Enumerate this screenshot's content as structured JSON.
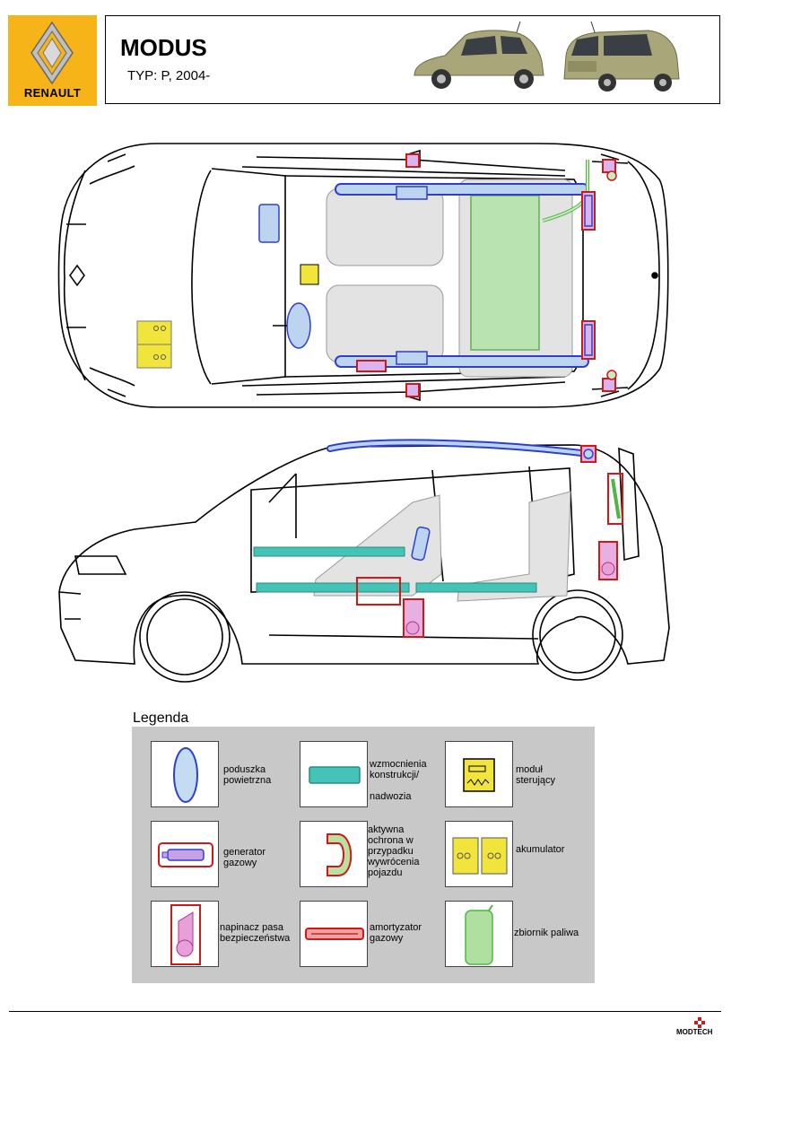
{
  "header": {
    "brand": "RENAULT",
    "model": "MODUS",
    "type": "TYP: P, 2004-"
  },
  "colors": {
    "brand_yellow": "#f7b418",
    "airbag": "#b8d2f0",
    "reinforcement": "#44c4b8",
    "control_module": "#f0e040",
    "gas_generator": "#c8a0e8",
    "rollover": "#b8e0a0",
    "battery": "#f0e040",
    "pretensioner": "#e8a0d8",
    "gas_strut": "#f0a0a0",
    "fuel_tank": "#b0e0a0",
    "red_outline": "#d01818"
  },
  "legend": {
    "title": "Legenda",
    "items": [
      {
        "icon": "airbag-icon",
        "label": "poduszka\npowietrzna"
      },
      {
        "icon": "reinforcement-icon",
        "label": "wzmocnienia\nkonstrukcji/\n\nnadwozia"
      },
      {
        "icon": "control-module-icon",
        "label": "moduł\nsterujący"
      },
      {
        "icon": "gas-generator-icon",
        "label": "generator\ngazowy"
      },
      {
        "icon": "rollover-protection-icon",
        "label": "aktywna\nochrona w\nprzypadku\nwywrócenia\npojazdu"
      },
      {
        "icon": "battery-icon",
        "label": "akumulator"
      },
      {
        "icon": "seatbelt-pretensioner-icon",
        "label": "napinacz pasa\nbezpieczeństwa"
      },
      {
        "icon": "gas-strut-icon",
        "label": "amortyzator\ngazowy"
      },
      {
        "icon": "fuel-tank-icon",
        "label": "zbiornik paliwa"
      }
    ]
  },
  "footer": {
    "logo_text": "MODTECH"
  }
}
